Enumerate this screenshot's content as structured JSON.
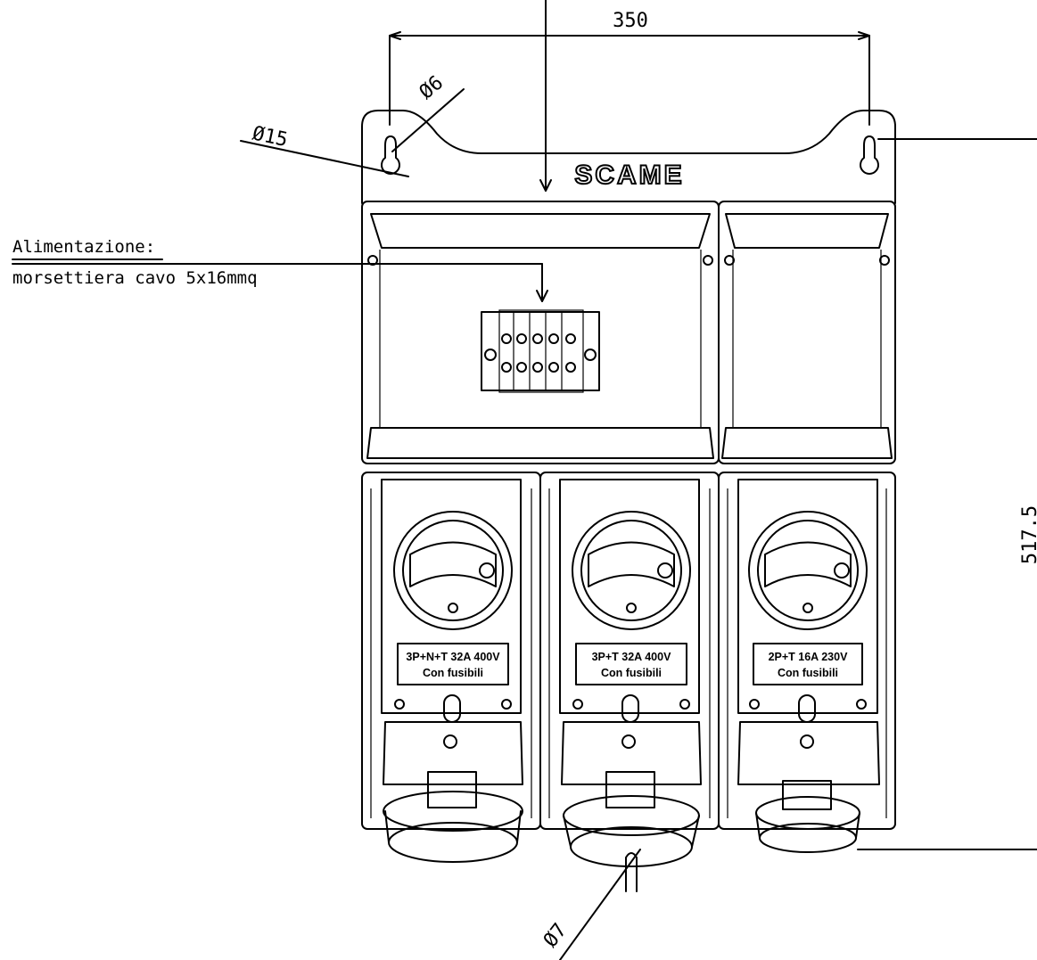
{
  "brand": "SCAME",
  "dimensions": {
    "width": "350",
    "height": "517.5",
    "hole_small": "Ø6",
    "hole_large": "Ø15",
    "bottom_hole": "Ø7"
  },
  "supply_note": {
    "line1": "Alimentazione:",
    "line2": "morsettiera cavo 5x16mmq"
  },
  "sockets": [
    {
      "rating": "3P+N+T 32A 400V",
      "note": "Con fusibili"
    },
    {
      "rating": "3P+T 32A 400V",
      "note": "Con fusibili"
    },
    {
      "rating": "2P+T 16A 230V",
      "note": "Con fusibili"
    }
  ]
}
